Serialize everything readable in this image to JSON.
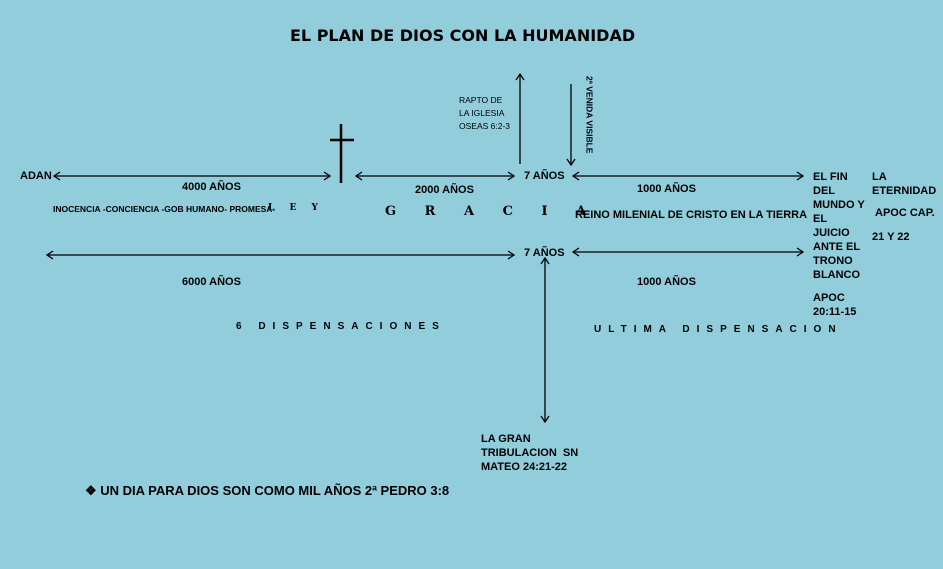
{
  "title": "EL PLAN DE DIOS CON LA HUMANIDAD",
  "labels": {
    "adan": "ADAN",
    "y4000": "4000 AÑOS",
    "dispensations_list": "INOCENCIA -CONCIENCIA -GOB HUMANO- PROMESA-",
    "ley": "L E Y",
    "y2000": "2000 AÑOS",
    "gracia": "G R A C I A",
    "rapto": "RAPTO DE\nLA IGLESIA\nOSEAS 6:2-3",
    "venida": "2ª VENIDA VISIBLE",
    "siete1": "7 AÑOS",
    "siete2": "7 AÑOS",
    "mil1": "1000 AÑOS",
    "mil2": "1000 AÑOS",
    "reino": "REINO MILENIAL DE CRISTO EN LA TIERRA",
    "fin": "EL FIN\nDEL\nMUNDO Y\nEL\nJUICIO\nANTE EL\nTRONO\nBLANCO",
    "apoc1": "APOC\n20:11-15",
    "eternidad": "LA\nETERNIDAD",
    "apoc2": "APOC CAP.",
    "cap": "21  Y  22",
    "y6000": "6000 AÑOS",
    "seis": "6 DISPENSACIONES",
    "ultima": "ULTIMA DISPENSACION",
    "tribulacion": "LA GRAN\nTRIBULACION  SN\nMATEO 24:21-22",
    "footnote": "UN DIA PARA DIOS SON COMO MIL AÑOS 2ª PEDRO 3:8"
  }
}
